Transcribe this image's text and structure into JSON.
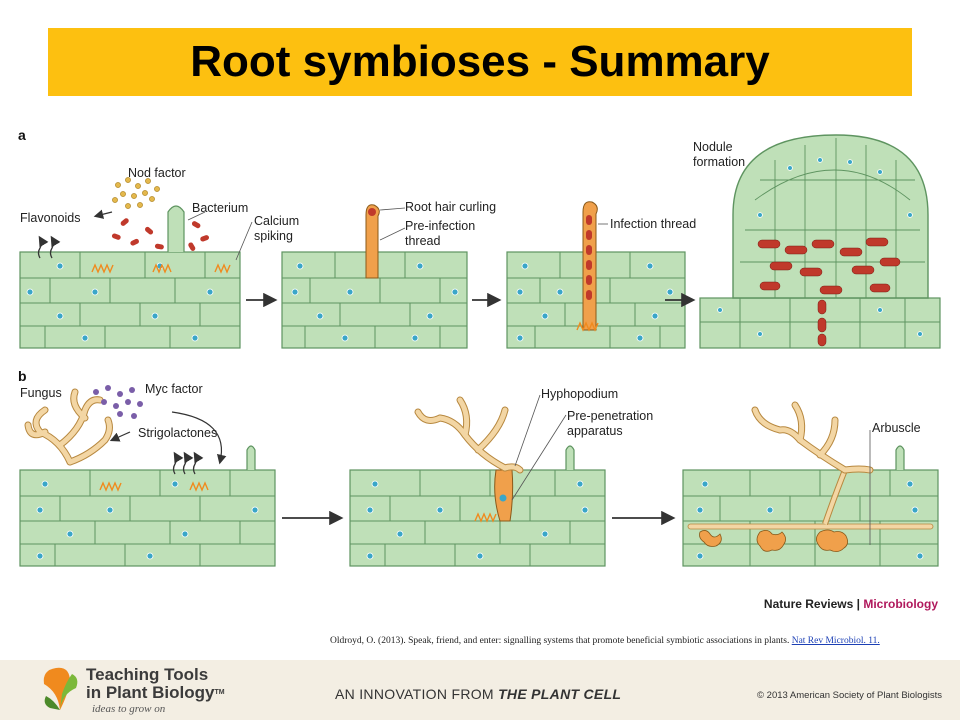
{
  "title": "Root symbioses - Summary",
  "panels": {
    "a": {
      "letter": "a",
      "labels": {
        "flavonoids": "Flavonoids",
        "nod_factor": "Nod factor",
        "bacterium": "Bacterium",
        "calcium_spiking": [
          "Calcium",
          "spiking"
        ],
        "root_hair_curling": "Root hair curling",
        "pre_infection_thread": [
          "Pre-infection",
          "thread"
        ],
        "infection_thread": "Infection thread",
        "nodule_formation": [
          "Nodule",
          "formation"
        ]
      }
    },
    "b": {
      "letter": "b",
      "labels": {
        "fungus": "Fungus",
        "myc_factor": "Myc factor",
        "strigolactones": "Strigolactones",
        "hyphopodium": "Hyphopodium",
        "pre_penetration_apparatus": [
          "Pre-penetration",
          "apparatus"
        ],
        "arbuscle": "Arbuscle"
      }
    }
  },
  "credit": {
    "journal": "Nature Reviews",
    "separator": " | ",
    "section": "Microbiology"
  },
  "citation": {
    "text": "Oldroyd, O. (2013). Speak, friend, and enter: signalling systems that promote beneficial symbiotic associations in plants. ",
    "link_text": "Nat Rev Microbiol. 11."
  },
  "footer": {
    "brand_line1": "Teaching Tools",
    "brand_line2": "in Plant Biology",
    "trademark": "TM",
    "tagline": "ideas to grow on",
    "innovation_prefix": "AN INNOVATION FROM ",
    "innovation_source": "THE PLANT CELL",
    "copyright": "© 2013 American Society of Plant Biologists"
  },
  "colors": {
    "title_bar": "#FDC010",
    "cell_fill": "#BFE0B8",
    "cell_stroke": "#5E9460",
    "nucleus": "#3AA6C8",
    "bacterium": "#C0392B",
    "nod_factor": "#E4B84C",
    "calcium": "#F08A1E",
    "hypha": "#F3D6A4",
    "hypha_stroke": "#B7883F",
    "myc_factor": "#7A5EA8"
  }
}
